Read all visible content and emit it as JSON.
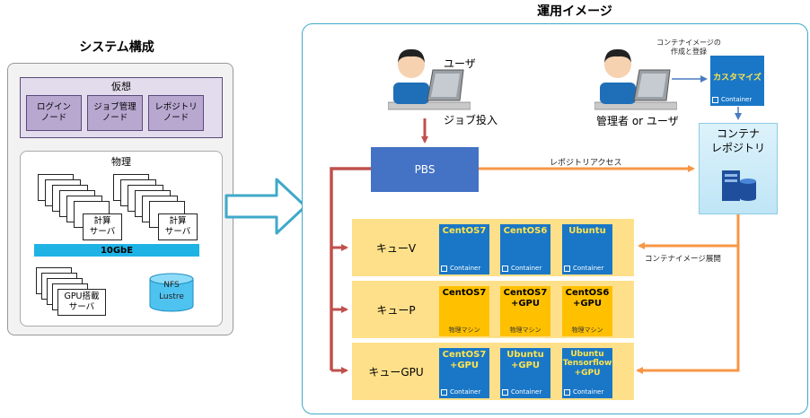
{
  "system": {
    "title": "システム構成",
    "virtual": {
      "label": "仮想",
      "nodes": [
        "ログイン\nノード",
        "ジョブ管理\nノード",
        "レポジトリ\nノード"
      ]
    },
    "physical": {
      "label": "物理",
      "server_label": "計算\nサーバ",
      "network": "10GbE",
      "gpu_server_label": "GPU搭載\nサーバ",
      "storage_label": "NFS\nLustre"
    }
  },
  "operation": {
    "title": "運用イメージ",
    "user_label": "ユーザ",
    "job_submit": "ジョブ投入",
    "admin_label": "管理者 or ユーザ",
    "create_register": "コンテナイメージの\n作成と登録",
    "customize": "カスタマイズ",
    "container_tag": "Container",
    "pbs": "PBS",
    "repo_access": "レポジトリアクセス",
    "repo": "コンテナ\nレポジトリ",
    "deploy": "コンテナイメージ展開",
    "physical_machine": "物理マシン",
    "queues": [
      {
        "name": "キューV",
        "containers": [
          "CentOS7",
          "CentOS6",
          "Ubuntu"
        ],
        "kind": "container"
      },
      {
        "name": "キューP",
        "containers": [
          "CentOS7",
          "CentOS7\n+GPU",
          "CentOS6\n+GPU"
        ],
        "kind": "physical"
      },
      {
        "name": "キューGPU",
        "containers": [
          "CentOS7\n+GPU",
          "Ubuntu\n+GPU",
          "Ubuntu\nTensorflow\n+GPU"
        ],
        "kind": "container"
      }
    ]
  },
  "colors": {
    "pbs": "#4472c4",
    "red_arrow": "#c0504d",
    "orange_arrow": "#f79646",
    "queue_bg": "#ffe08a",
    "container_blue": "#1a77c7",
    "physical_gold": "#ffc000"
  },
  "icons": [
    "user-at-laptop-icon",
    "admin-at-laptop-icon",
    "server-database-icon",
    "container-icon",
    "database-cylinder-icon"
  ]
}
